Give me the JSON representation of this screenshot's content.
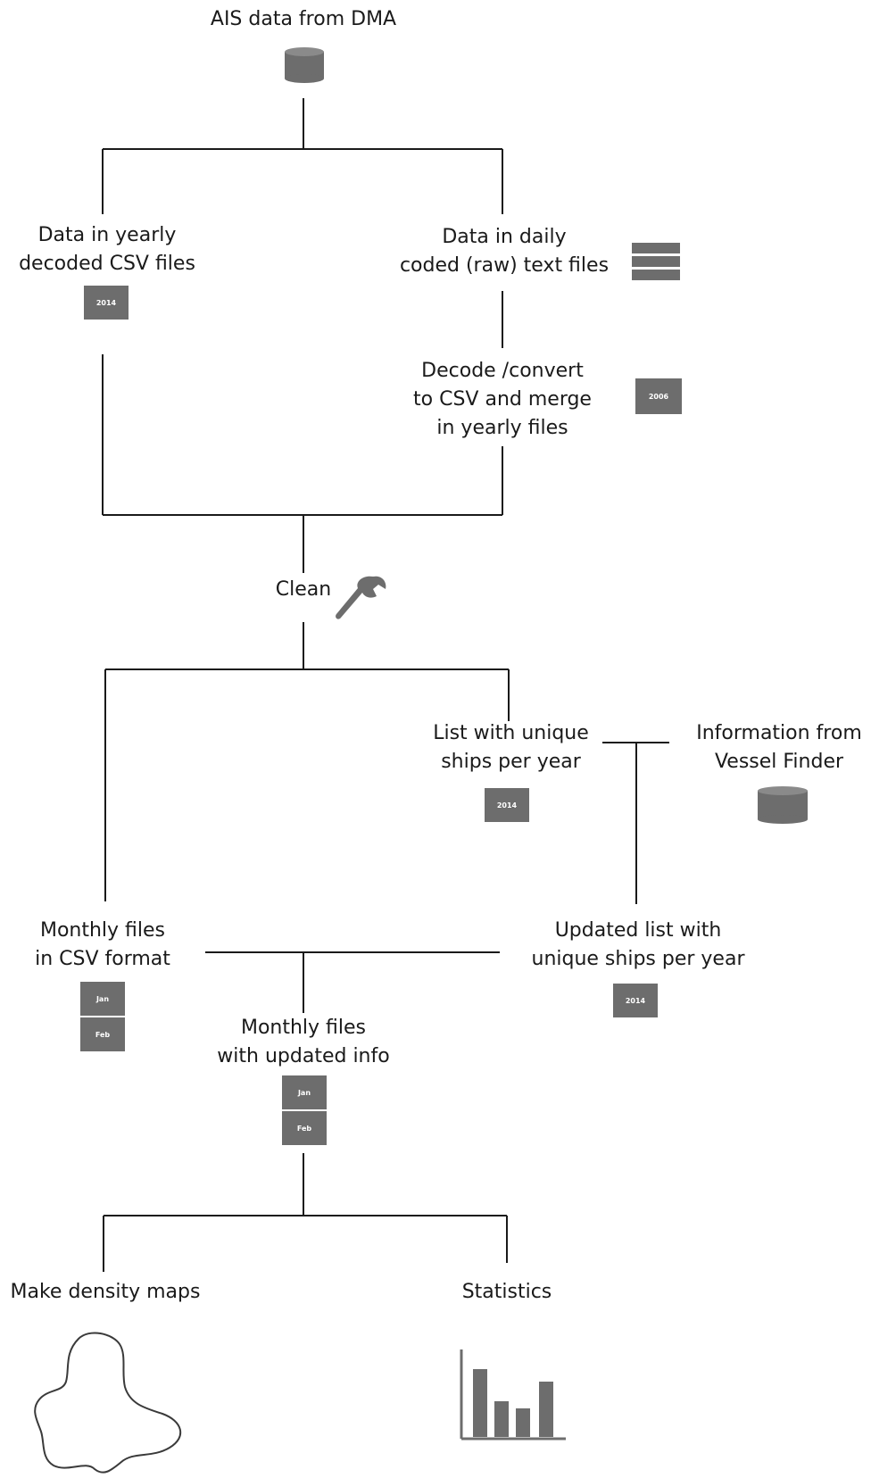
{
  "nodes": {
    "source": {
      "lines": [
        "AIS data from DMA"
      ]
    },
    "yearly_csv": {
      "lines": [
        "Data in yearly",
        "decoded CSV files"
      ],
      "doc_label": "2014"
    },
    "daily_raw": {
      "lines": [
        "Data in daily",
        "coded (raw) text files"
      ]
    },
    "decode": {
      "lines": [
        "Decode /convert",
        "to CSV and merge",
        "in yearly files"
      ],
      "doc_label": "2006"
    },
    "clean": {
      "lines": [
        "Clean"
      ]
    },
    "unique_list": {
      "lines": [
        "List with unique",
        "ships per year"
      ],
      "doc_label": "2014"
    },
    "vessel_finder": {
      "lines": [
        "Information from",
        "Vessel Finder"
      ]
    },
    "monthly_csv": {
      "lines": [
        "Monthly files",
        "in CSV format"
      ],
      "doc_labels": [
        "Jan",
        "Feb"
      ]
    },
    "updated_list": {
      "lines": [
        "Updated list with",
        "unique ships per year"
      ],
      "doc_label": "2014"
    },
    "monthly_updated": {
      "lines": [
        "Monthly files",
        "with updated info"
      ],
      "doc_labels": [
        "Jan",
        "Feb"
      ]
    },
    "density_maps": {
      "lines": [
        "Make density maps"
      ]
    },
    "statistics": {
      "lines": [
        "Statistics"
      ]
    }
  },
  "icons": [
    "database-icon",
    "stacked-files-icon",
    "wrench-icon",
    "database-icon",
    "map-outline-icon",
    "bar-chart-icon"
  ],
  "colors": {
    "line": "#1a1a1a",
    "icon_fill": "#6d6d6d"
  }
}
